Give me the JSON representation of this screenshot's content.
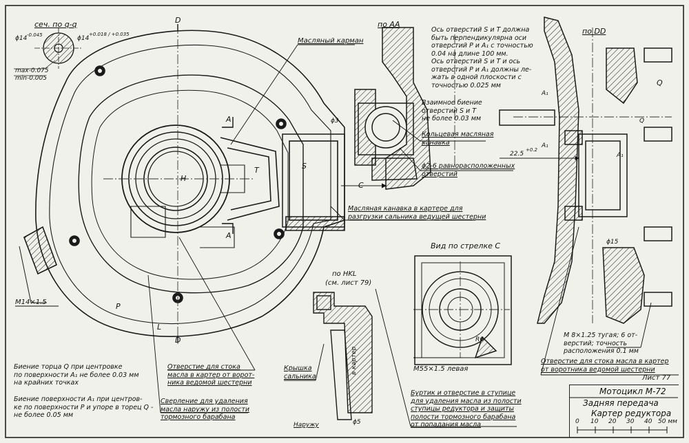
{
  "section_labels": {
    "sec_qq": "сеч. по q-q",
    "sec_aa": "по АА",
    "sec_dd": "по DD",
    "view_c": "Вид по стрелке C",
    "hkl": "по HKL",
    "hkl_ref": "(см. лист 79)"
  },
  "tolerances": {
    "d1": "ϕ14",
    "d1_dev": "-0.045",
    "d2": "ϕ14",
    "d2_dev": "+0.018 / +0.035",
    "max": "max-0.075",
    "min": "min-0.005"
  },
  "letters": {
    "D_top": "D",
    "D_bottom": "D",
    "A_top": "A",
    "A_bottom": "A",
    "T": "T",
    "S": "S",
    "H": "H",
    "P": "P",
    "L": "L",
    "C": "C",
    "Q": "Q",
    "A1_a": "A₁",
    "A1_b": "A₁",
    "A1_c": "A₁",
    "Q_small": "Q"
  },
  "dims": {
    "phi3": "ϕ3",
    "phi5": "ϕ5",
    "phi15": "ϕ15",
    "dim225": "22.5",
    "dim225_tol": "+0.2",
    "r6": "R6",
    "m14": "M14×1.5",
    "m55": "M55×1.5 левая"
  },
  "annotations": {
    "maslyanyi_karman": "Масляный карман",
    "holes_note": "Ось отверстий S и T должна\nбыть перпендикулярна оси\nотверстий P и A₁ с точностью\n0.04 на длине 100 мм.\nОсь отверстий S и T и ось\nотверстий P и A₁ должны ле-\nжать в одной плоскости с\nточностью 0.025 мм",
    "runout_note": "Взаимное биение\nотверстий S и T\nне более 0.03 мм",
    "koltsevaya": "Кольцевая масляная\nканавка",
    "phi2_6": "ϕ2-6 равнорасположенных\nотверстий",
    "maslyanaya_kanavka": "Масляная канавка в картере для\nразгрузки сальника ведущей шестерни",
    "torets_note": "Биение торца Q при центровке\nпо поверхности A₁ не более 0.03 мм\nна крайних точках",
    "surface_note": "Биение поверхности A₁ при центров-\nке по поверхности P и упоре в торец Q -\nне более 0.05 мм",
    "otverstie_stoka": "Отверстие для стока\nмасла в картер от ворот-\nника ведомой шестерни",
    "sverlenie": "Сверление для удаления\nмасла наружу из полости\nтормозного барабана",
    "kryshka": "Крышка\nсальника",
    "v_karter": "в картер",
    "naruzhu": "Наружу",
    "burtik": "Буртик и отверстие в ступице\nдля удаления масла из полости\nступицы редуктора и защиты\nполости тормозного барабана\nот попадания масла",
    "m8_note": "M 8×1.25 тугая; 6 от-\nверстий; точность\nрасположения 0.1 мм",
    "otverstie_stoka2": "Отверстие для стока масла в картер\nот воротника ведомой шестерни"
  },
  "title_block": {
    "sheet": "Лист 77",
    "line1": "Мотоцикл М-72",
    "line2": "Задняя передача",
    "line3": "Картер редуктора",
    "scale_ticks": [
      "0",
      "10",
      "20",
      "30",
      "40",
      "50 мм"
    ]
  },
  "colors": {
    "ink": "#1a1a1a",
    "paper": "#f1f1ec",
    "hatch": "#222222"
  }
}
